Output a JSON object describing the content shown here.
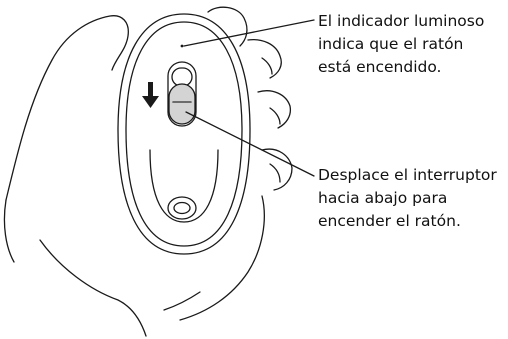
{
  "callouts": {
    "indicator": {
      "lines": [
        "El indicador luminoso",
        "indica que el ratón",
        "está encendido."
      ]
    },
    "switch": {
      "lines": [
        "Desplace el interruptor",
        "hacia abajo para",
        "encender el ratón."
      ]
    }
  },
  "colors": {
    "outline": "#1a1a1a",
    "switch_fill": "#d4d4d4",
    "shell_fill": "#ffffff"
  },
  "icons": {
    "direction": "arrow-down-icon"
  }
}
